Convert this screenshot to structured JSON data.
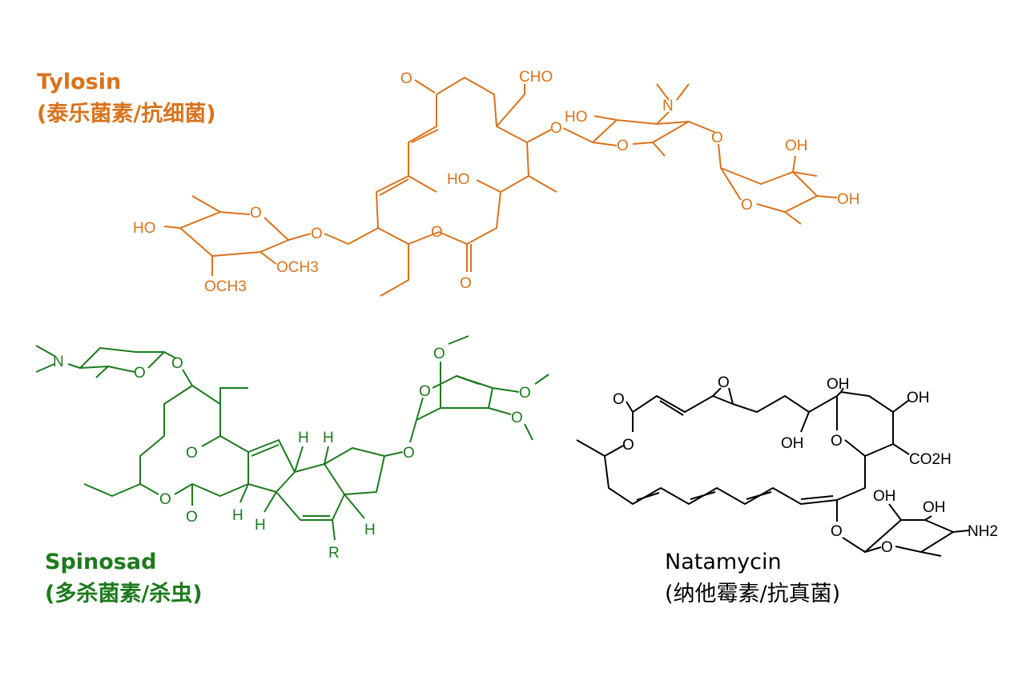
{
  "colors": {
    "tylosin": "#D9731C",
    "spinosad": "#1D7A1D",
    "natamycin": "#000000"
  },
  "tylosin": {
    "name": "Tylosin",
    "subtitle": "(泰乐菌素/抗细菌)",
    "atoms": [
      "O",
      "CHO",
      "HO",
      "N",
      "O",
      "O",
      "OH",
      "HO",
      "O",
      "OH",
      "HO",
      "O",
      "O",
      "OCH3",
      "OCH3",
      "O",
      "O"
    ]
  },
  "spinosad": {
    "name": "Spinosad",
    "subtitle": "(多杀菌素/杀虫)",
    "atoms": [
      "N",
      "O",
      "O",
      "O",
      "O",
      "O",
      "H",
      "H",
      "H",
      "H",
      "H",
      "R",
      "O",
      "O",
      "O",
      "O"
    ]
  },
  "natamycin": {
    "name": "Natamycin",
    "subtitle": "(纳他霉素/抗真菌)",
    "atoms": [
      "O",
      "O",
      "O",
      "OH",
      "OH",
      "OH",
      "O",
      "CO2H",
      "OH",
      "OH",
      "NH2",
      "O",
      "O"
    ]
  }
}
